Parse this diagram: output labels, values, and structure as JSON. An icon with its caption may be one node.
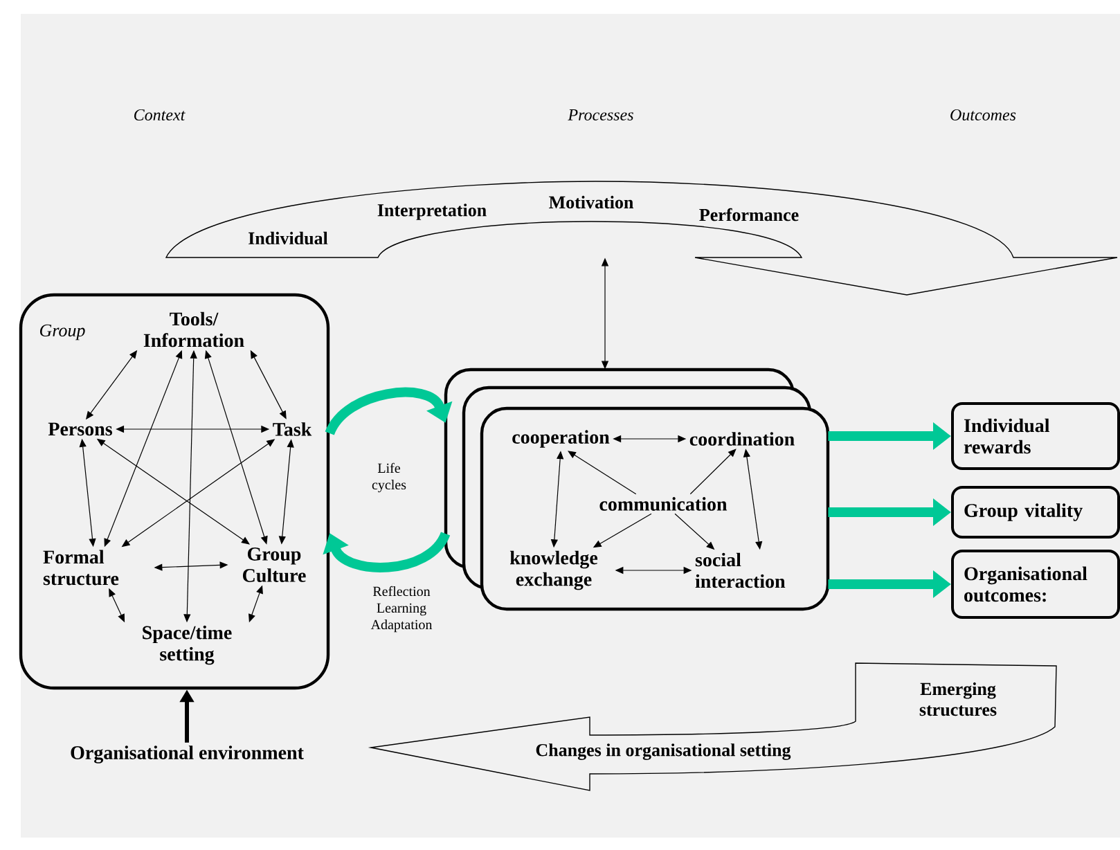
{
  "diagram": {
    "nodes": [
      {
        "text": [
          "Group"
        ]
      },
      {
        "text": [
          "Tools/ Information"
        ],
        "in": 0
      },
      {
        "text": [
          "Persons"
        ],
        "in": 0
      },
      {
        "text": [
          "Task"
        ],
        "in": 0
      },
      {
        "text": [
          "Formal structure"
        ],
        "in": 0
      },
      {
        "text": [
          "Group Culture"
        ],
        "in": 0
      },
      {
        "text": [
          "Space/time setting"
        ],
        "in": 0
      },
      {
        "text": [
          "Organisational environment"
        ]
      },
      {
        "text": [],
        "shape": "box"
      },
      {
        "text": [
          "cooperation"
        ],
        "in": 8
      },
      {
        "text": [
          "coordination"
        ],
        "in": 8
      },
      {
        "text": [
          "communication"
        ],
        "in": 8
      },
      {
        "text": [
          "knowledge exchange"
        ],
        "in": 8
      },
      {
        "text": [
          "social interaction"
        ],
        "in": 8
      },
      {
        "text": [
          "Individual rewards"
        ]
      },
      {
        "text": [
          "Group vitality"
        ]
      },
      {
        "text": [
          "Organisational outcomes:"
        ]
      },
      {
        "text": [
          "Individual",
          "Interpretation",
          "Motivation",
          "Performance"
        ]
      },
      {
        "text": [
          "Emerging structures",
          "Changes in organisational setting"
        ]
      }
    ],
    "edges": [
      {
        "from": 1,
        "to": 2,
        "arrow": "both"
      },
      {
        "from": 1,
        "to": 3,
        "arrow": "both"
      },
      {
        "from": 2,
        "to": 3,
        "arrow": "both"
      },
      {
        "from": 2,
        "to": 4,
        "arrow": "both"
      },
      {
        "from": 3,
        "to": 5,
        "arrow": "both"
      },
      {
        "from": 4,
        "to": 5,
        "arrow": "both"
      },
      {
        "from": 4,
        "to": 6,
        "arrow": "both"
      },
      {
        "from": 5,
        "to": 6,
        "arrow": "both"
      },
      {
        "from": 1,
        "to": 6,
        "arrow": "both"
      },
      {
        "from": 1,
        "to": 4,
        "arrow": "both"
      },
      {
        "from": 1,
        "to": 5,
        "arrow": "both"
      },
      {
        "from": 2,
        "to": 5,
        "arrow": "both"
      },
      {
        "from": 3,
        "to": 4,
        "arrow": "both"
      },
      {
        "from": 9,
        "to": 10,
        "arrow": "both"
      },
      {
        "from": 9,
        "to": 12,
        "arrow": "both"
      },
      {
        "from": 10,
        "to": 13,
        "arrow": "both"
      },
      {
        "from": 12,
        "to": 13,
        "arrow": "both"
      },
      {
        "from": 11,
        "to": 9,
        "arrow": "to"
      },
      {
        "from": 11,
        "to": 10,
        "arrow": "to"
      },
      {
        "from": 11,
        "to": 12,
        "arrow": "to"
      },
      {
        "from": 11,
        "to": 13,
        "arrow": "to"
      },
      {
        "from": 0,
        "to": 8,
        "arrow": "to",
        "style": "thick",
        "color": "#00c896"
      },
      {
        "from": 8,
        "to": 0,
        "arrow": "to",
        "style": "thick",
        "color": "#00c896"
      },
      {
        "from": 8,
        "to": 14,
        "arrow": "to",
        "style": "thick",
        "color": "#00c896"
      },
      {
        "from": 8,
        "to": 15,
        "arrow": "to",
        "style": "thick",
        "color": "#00c896"
      },
      {
        "from": 8,
        "to": 16,
        "arrow": "to",
        "style": "thick",
        "color": "#00c896"
      },
      {
        "from": 7,
        "to": 0,
        "arrow": "to",
        "style": "thick"
      },
      {
        "from": 17,
        "to": 8,
        "arrow": "both"
      }
    ],
    "labels": [
      "Context",
      "Processes",
      "Outcomes",
      "Life cycles",
      "Reflection Learning Adaptation"
    ]
  }
}
